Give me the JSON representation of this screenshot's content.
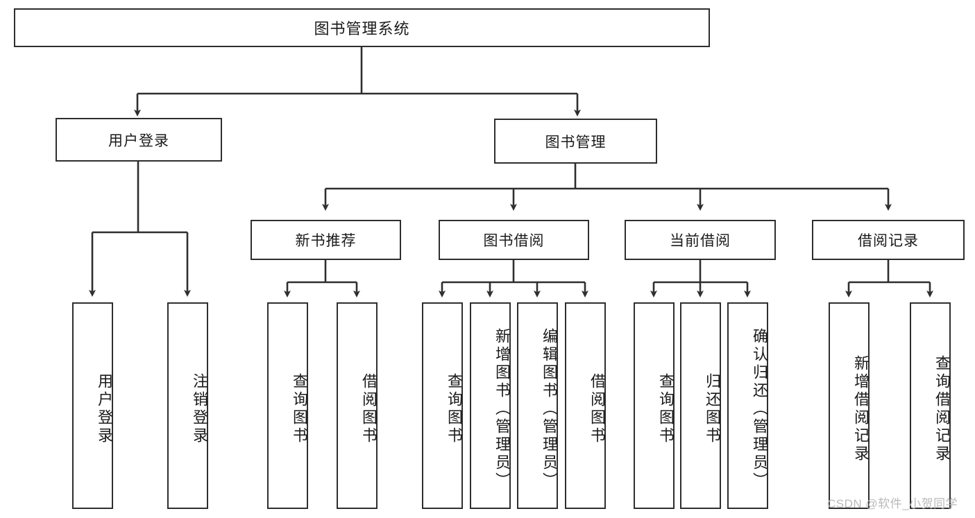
{
  "diagram": {
    "type": "tree-hierarchy-chart",
    "title": "图书管理系统",
    "root": {
      "label": "图书管理系统"
    },
    "level2": [
      {
        "label": "用户登录"
      },
      {
        "label": "图书管理"
      }
    ],
    "level3": [
      {
        "label": "新书推荐"
      },
      {
        "label": "图书借阅"
      },
      {
        "label": "当前借阅"
      },
      {
        "label": "借阅记录"
      }
    ],
    "leaves": {
      "user_login": [
        {
          "label": "用户登录"
        },
        {
          "label": "注销登录"
        }
      ],
      "new_book_recommend": [
        {
          "label": "查询图书"
        },
        {
          "label": "借阅图书"
        }
      ],
      "book_borrow": [
        {
          "label": "查询图书"
        },
        {
          "label": "新增图书（管理员）"
        },
        {
          "label": "编辑图书（管理员）"
        },
        {
          "label": "借阅图书"
        }
      ],
      "current_borrow": [
        {
          "label": "查询图书"
        },
        {
          "label": "归还图书"
        },
        {
          "label": "确认归还（管理员）"
        }
      ],
      "borrow_record": [
        {
          "label": "新增借阅记录"
        },
        {
          "label": "查询借阅记录"
        }
      ]
    }
  },
  "watermark": {
    "text": "CSDN @软件_小贺同学"
  },
  "colors": {
    "stroke": "#2e2e2e",
    "fill": "#ffffff",
    "text": "#1a1a1a",
    "watermark": "#b9b9b9"
  }
}
